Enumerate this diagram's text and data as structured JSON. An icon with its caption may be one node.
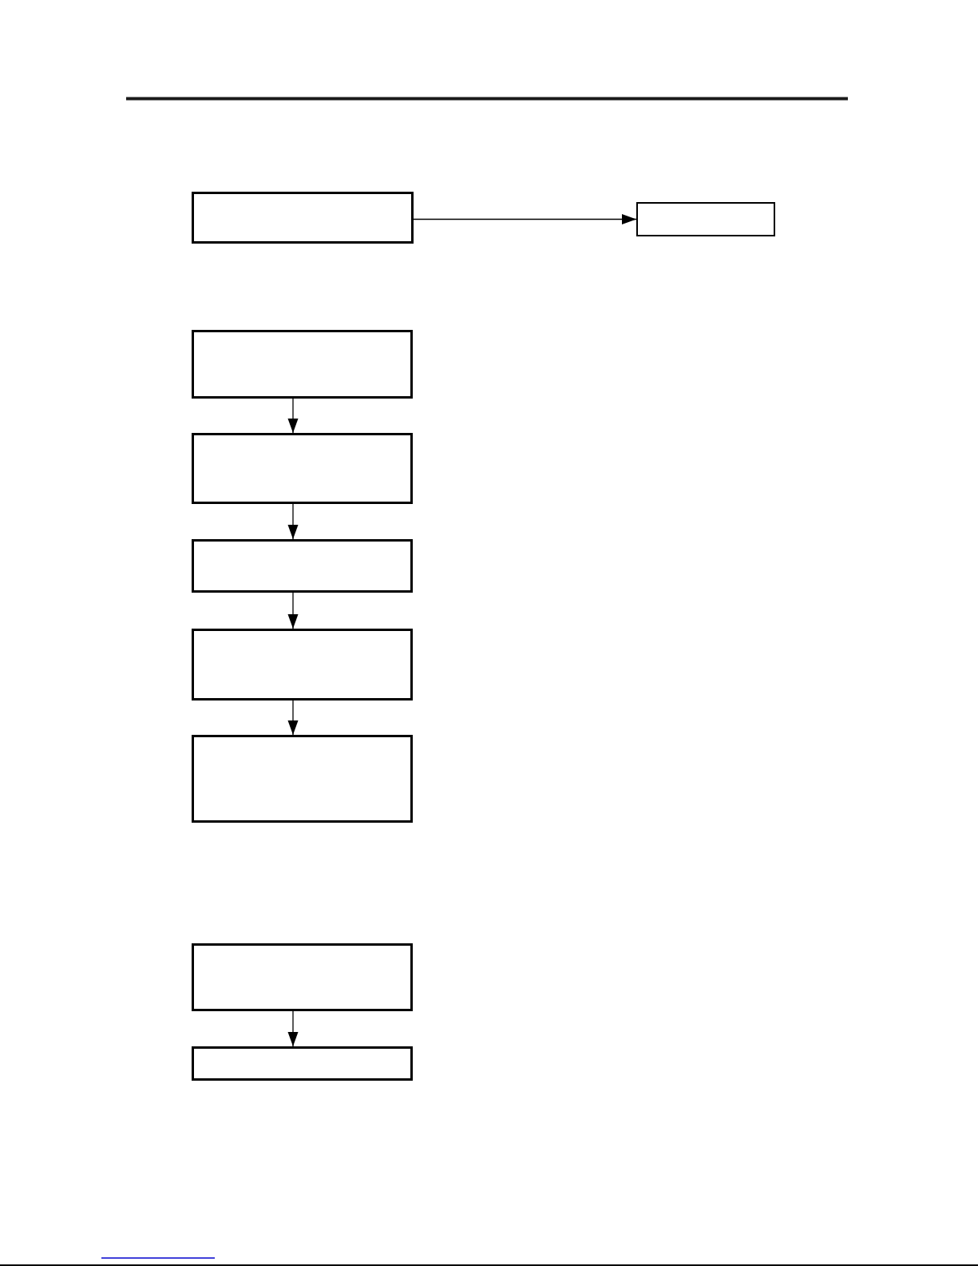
{
  "diagram": {
    "nodes": [
      {
        "text": [],
        "shape": "box"
      },
      {
        "text": [],
        "shape": "box"
      },
      {
        "text": [],
        "shape": "box"
      },
      {
        "text": [],
        "shape": "box"
      },
      {
        "text": [],
        "shape": "box"
      },
      {
        "text": [],
        "shape": "box"
      },
      {
        "text": [],
        "shape": "box"
      },
      {
        "text": [],
        "shape": "box"
      },
      {
        "text": [],
        "shape": "box"
      }
    ],
    "edges": [
      {
        "from": 0,
        "to": 1,
        "arrow": "to"
      },
      {
        "from": 2,
        "to": 3,
        "arrow": "to"
      },
      {
        "from": 3,
        "to": 4,
        "arrow": "to"
      },
      {
        "from": 4,
        "to": 5,
        "arrow": "to"
      },
      {
        "from": 5,
        "to": 6,
        "arrow": "to"
      },
      {
        "from": 7,
        "to": 8,
        "arrow": "to"
      }
    ]
  }
}
